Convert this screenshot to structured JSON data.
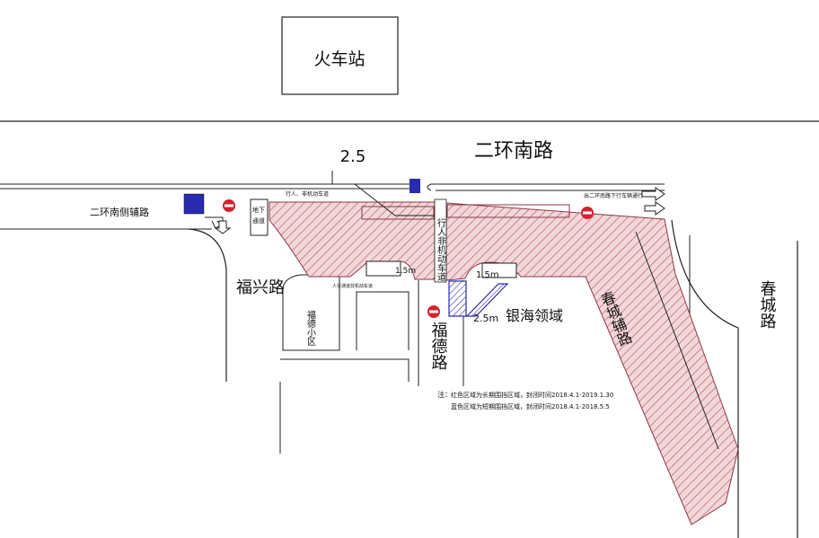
{
  "colors": {
    "closed_fill": "#f2d7da",
    "closed_hatch": "#c0707c",
    "blue_zone": "#2a2ab0",
    "no_entry": "#d8202c",
    "ink": "#111111"
  },
  "labels": {
    "train_station": "火车站",
    "road_erhuan_south": "二环南路",
    "road_erhuan_south_aux": "二环南侧辅路",
    "road_fuxing": "福兴路",
    "road_fude": "福德路",
    "road_chuncheng": "春城路",
    "road_chuncheng_aux": "春城辅路",
    "area_yinhai": "银海领域",
    "community": "福德小区",
    "dim_top": "2.5",
    "dim_left": "1.5m",
    "dim_right": "1.5m",
    "dim_blue": "2.5m",
    "underground_passage": "地下通道",
    "pedestrian_lane": "行人非机动车道",
    "note_top": "行人、非机动车道",
    "note_right": "出二环南路下行车辆通行",
    "note_left_small": "人行通道非机动车道"
  },
  "legend": {
    "prefix": "注：",
    "line1": "红色区域为长期围挡区域，封闭时间2018.4.1-2019.1.30",
    "line2": "蓝色区域为短期围挡区域，封闭时间2018.4.1-2018.5.5"
  },
  "icons": [
    "no-entry-icon",
    "parking-sign-icon",
    "turn-arrow-icon"
  ]
}
